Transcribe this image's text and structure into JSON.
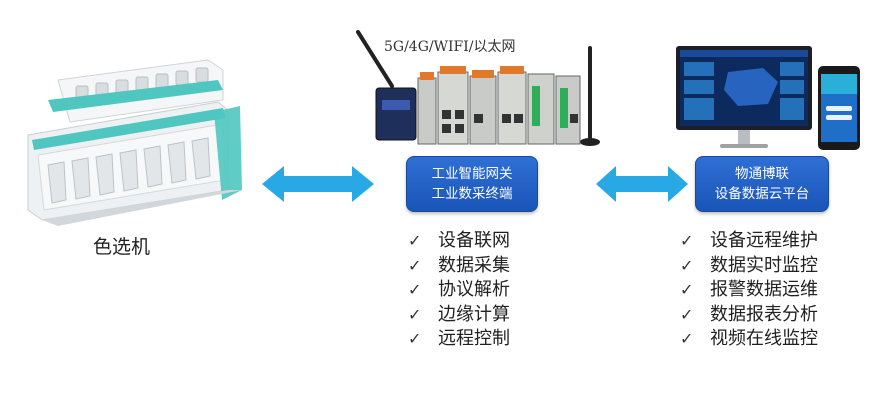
{
  "machine": {
    "label": "色选机"
  },
  "gateway": {
    "network_label": "5G/4G/WIFI/以太网",
    "box_line1": "工业智能网关",
    "box_line2": "工业数采终端",
    "features": [
      "设备联网",
      "数据采集",
      "协议解析",
      "边缘计算",
      "远程控制"
    ]
  },
  "cloud": {
    "box_line1": "物通博联",
    "box_line2": "设备数据云平台",
    "features": [
      "设备远程维护",
      "数据实时监控",
      "报警数据运维",
      "数据报表分析",
      "视频在线监控"
    ]
  },
  "icons": {
    "check": "✓",
    "arrow": "double-arrow-icon"
  },
  "colors": {
    "box_blue": "#1f5fc4",
    "arrow_blue": "#29a8e6",
    "machine_teal": "#4fc7c0",
    "machine_white": "#f2f4f5"
  }
}
